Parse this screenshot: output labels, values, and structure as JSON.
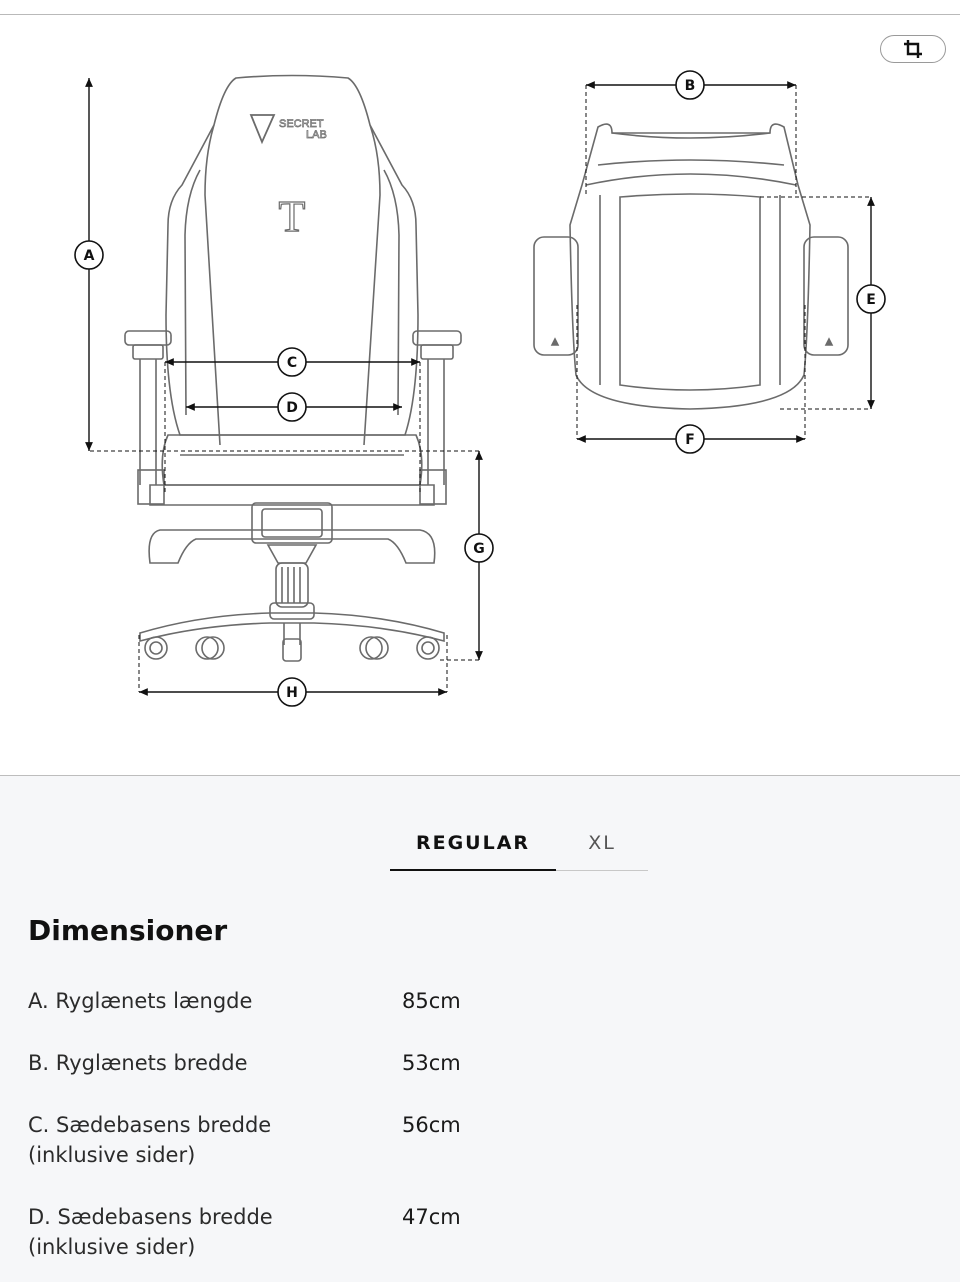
{
  "toolbar": {
    "crop_icon": "crop-icon"
  },
  "diagram": {
    "labels": {
      "a": "A",
      "b": "B",
      "c": "C",
      "d": "D",
      "e": "E",
      "f": "F",
      "g": "G",
      "h": "H"
    },
    "logo_text": [
      "SECRET",
      "LAB"
    ],
    "backrest_letter": "T"
  },
  "tabs": [
    {
      "label": "REGULAR",
      "active": true
    },
    {
      "label": "XL",
      "active": false
    }
  ],
  "section": {
    "title": "Dimensioner"
  },
  "specs": [
    {
      "label": "A. Ryglænets længde",
      "value": "85cm"
    },
    {
      "label": "B. Ryglænets bredde",
      "value": "53cm"
    },
    {
      "label": "C. Sædebasens bredde (inklusive sider)",
      "value": "56cm"
    },
    {
      "label": "D. Sædebasens bredde (inklusive sider)",
      "value": "47cm"
    }
  ],
  "colors": {
    "panel_bg": "#f6f7f9",
    "line": "#111111",
    "chair_stroke": "#666666"
  }
}
